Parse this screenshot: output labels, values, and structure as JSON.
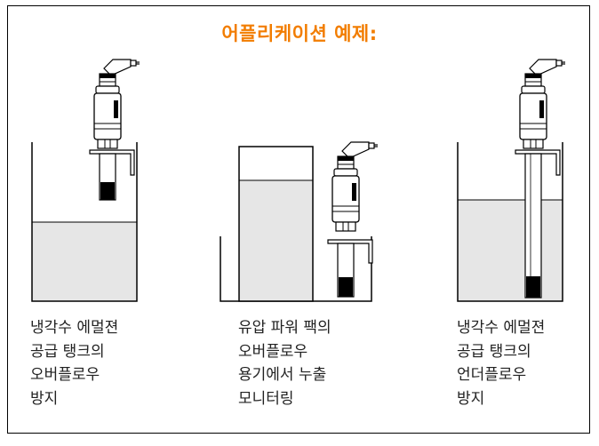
{
  "title": "어플리케이션 예제:",
  "colors": {
    "accent": "#f27d00",
    "liquid": "#e6e6e6",
    "outline": "#000000"
  },
  "examples": [
    {
      "name": "cooling-tank-overflow",
      "lines": [
        "냉각수 에멀젼",
        "공급 탱크의",
        "오버플로우",
        "방지"
      ]
    },
    {
      "name": "power-pack-leakage",
      "lines": [
        "유압 파워 팩의",
        "오버플로우",
        "용기에서 누출",
        "모니터링"
      ]
    },
    {
      "name": "cooling-tank-underflow",
      "lines": [
        "냉각수 에멀젼",
        "공급 탱크의",
        "언더플로우",
        "방지"
      ]
    }
  ]
}
